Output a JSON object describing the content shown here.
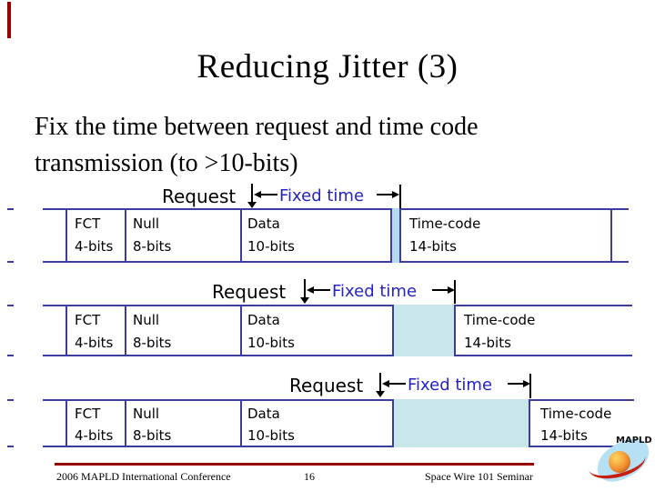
{
  "slide": {
    "title": "Reducing Jitter (3)",
    "body_lines": [
      "Fix the time between request and time code",
      "transmission (to >10-bits)"
    ]
  },
  "diagrams": [
    {
      "request_label": "Request",
      "fixed_time_label": "Fixed time",
      "segments": [
        {
          "name": "FCT",
          "size": "4-bits"
        },
        {
          "name": "Null",
          "size": "8-bits"
        },
        {
          "name": "Data",
          "size": "10-bits"
        },
        {
          "name": "Time-code",
          "size": "14-bits"
        }
      ]
    },
    {
      "request_label": "Request",
      "fixed_time_label": "Fixed time",
      "segments": [
        {
          "name": "FCT",
          "size": "4-bits"
        },
        {
          "name": "Null",
          "size": "8-bits"
        },
        {
          "name": "Data",
          "size": "10-bits"
        },
        {
          "name": "Time-code",
          "size": "14-bits"
        }
      ]
    },
    {
      "request_label": "Request",
      "fixed_time_label": "Fixed time",
      "segments": [
        {
          "name": "FCT",
          "size": "4-bits"
        },
        {
          "name": "Null",
          "size": "8-bits"
        },
        {
          "name": "Data",
          "size": "10-bits"
        },
        {
          "name": "Time-code",
          "size": "14-bits"
        }
      ]
    }
  ],
  "footer": {
    "conference": "2006 MAPLD International Conference",
    "page_number": "16",
    "seminar": "Space Wire 101 Seminar"
  },
  "logo_text": "MAPLD",
  "colors": {
    "diagram_line": "#3d3da0",
    "fixed_time_text": "#2424c0",
    "gap_fill_narrow": "#b5daee",
    "gap_fill_wide": "#c9e6ea",
    "footer_rule": "#990000",
    "arrow_black": "#000000"
  }
}
